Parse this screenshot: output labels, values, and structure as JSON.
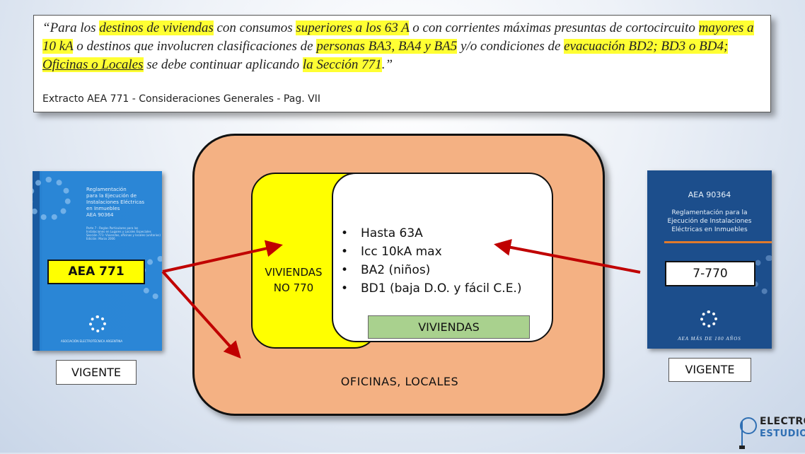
{
  "quote": {
    "segments": [
      {
        "text": "“Para los ",
        "hl": false
      },
      {
        "text": "destinos de viviendas",
        "hl": true
      },
      {
        "text": " con consumos ",
        "hl": false
      },
      {
        "text": "superiores a los 63 A",
        "hl": true
      },
      {
        "text": " o con corrientes máximas presuntas de cortocircuito ",
        "hl": false
      },
      {
        "text": "mayores a 10 kA",
        "hl": true
      },
      {
        "text": " o destinos que involucren clasificaciones de ",
        "hl": false
      },
      {
        "text": "personas BA3, BA4 y BA5",
        "hl": true
      },
      {
        "text": " y/o condiciones de ",
        "hl": false
      },
      {
        "text": "evacuación BD2; BD3 o BD4;",
        "hl": true
      },
      {
        "text": " ",
        "hl": false
      },
      {
        "text": "Oficinas o Locales",
        "hl": true,
        "underline": true
      },
      {
        "text": " se debe continuar aplicando ",
        "hl": false
      },
      {
        "text": "la Sección 771",
        "hl": true
      },
      {
        "text": ".”",
        "hl": false
      }
    ],
    "source": "Extracto AEA 771 - Consideraciones Generales - Pag. VII"
  },
  "diagram": {
    "viviendas_no770_line1": "VIVIENDAS",
    "viviendas_no770_line2": "NO 770",
    "bullets": [
      "Hasta 63A",
      "Icc 10kA max",
      "BA2 (niños)",
      "BD1 (baja D.O. y fácil C.E.)"
    ],
    "viviendas_label": "VIVIENDAS",
    "oficinas_label": "OFICINAS, LOCALES"
  },
  "book_left": {
    "title": "Reglamentación\npara la Ejecución de\nInstalaciones Eléctricas\nen Inmuebles\nAEA 90364",
    "small": "Parte 7 - Reglas Particulares para las\nInstalaciones en Lugares y Locales Especiales\nSección 771: Viviendas, oficinas y locales (unitarios)\nEdición: Marzo 2006",
    "assoc": "ASOCIACIÓN ELECTROTÉCNICA ARGENTINA",
    "tag": "AEA 771",
    "status": "VIGENTE"
  },
  "book_right": {
    "code": "AEA 90364",
    "title": "Reglamentación para la\nEjecución de Instalaciones\nEléctricas en Inmuebles",
    "footer": "AEA MÁS DE 100 AÑOS",
    "tag": "7-770",
    "status": "VIGENTE"
  },
  "logo": {
    "line1": "ELECTRO",
    "line2": "ESTUDIO"
  },
  "colors": {
    "highlight": "#ffff33",
    "outer_box": "#f4b183",
    "yellow_box": "#ffff00",
    "green_label": "#a9d18e",
    "arrow": "#c00000",
    "book_left": "#2b86d6",
    "book_right": "#1c4e8c"
  }
}
